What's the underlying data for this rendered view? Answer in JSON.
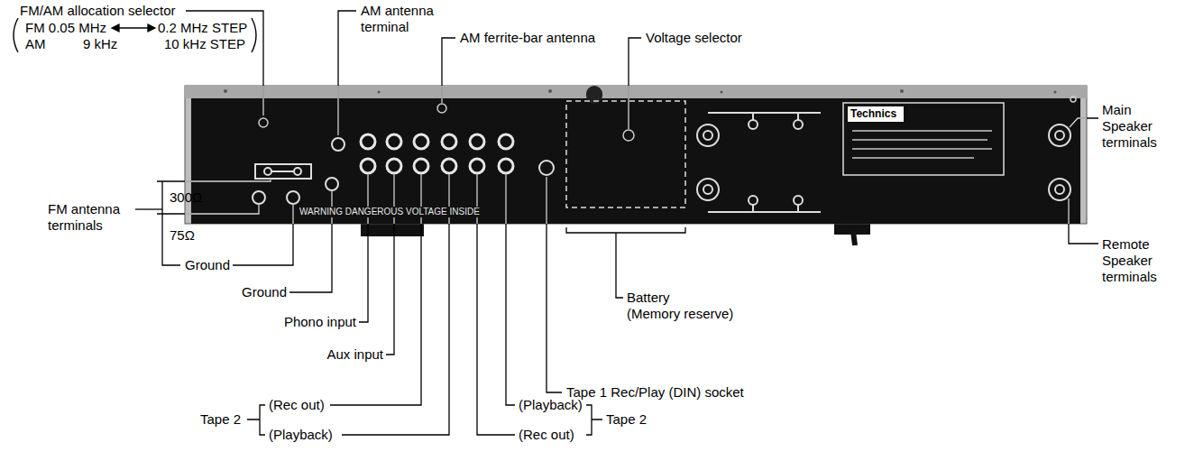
{
  "diagram": {
    "labels": [
      "FM/AM allocation selector",
      "FM 0.05 MHz",
      "0.2 MHz STEP",
      "AM",
      "9 kHz",
      "10 kHz STEP",
      "AM antenna terminal",
      "AM ferrite-bar antenna",
      "Voltage selector",
      "Technics",
      "WARNING DANGEROUS VOLTAGE INSIDE",
      "Main Speaker terminals",
      "Remote Speaker terminals",
      "FM antenna terminals",
      "300Ω",
      "75Ω",
      "Ground",
      "Ground",
      "Phono input",
      "Aux input",
      "(Rec out)",
      "Tape 2",
      "(Playback)",
      "Battery",
      "(Memory reserve)",
      "Tape 1 Rec/Play (DIN) socket",
      "(Playback)",
      "(Rec out)",
      "Tape 2"
    ]
  }
}
